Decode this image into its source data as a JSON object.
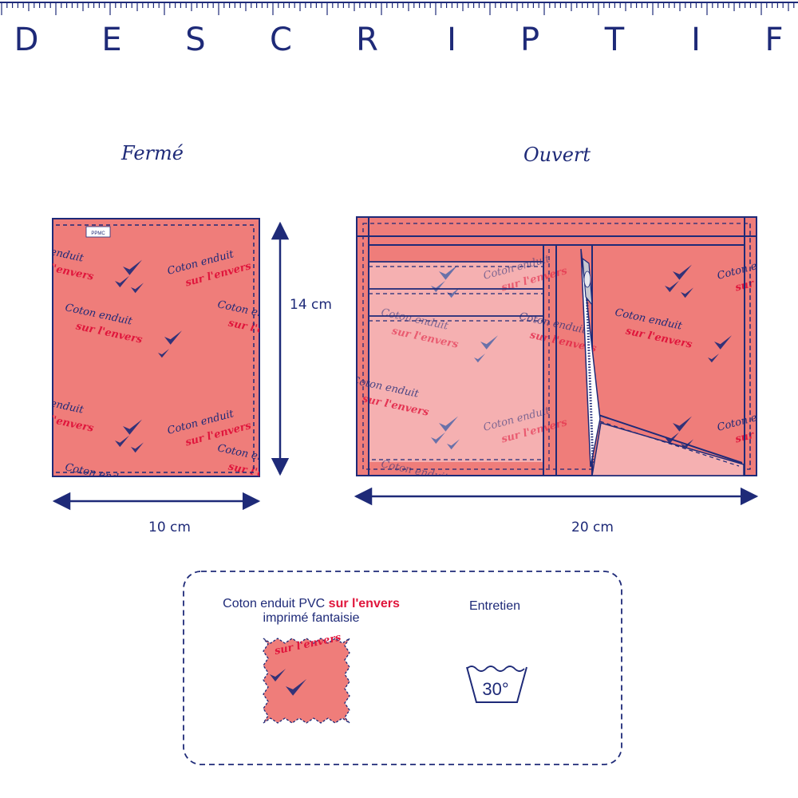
{
  "header": {
    "title_letters": [
      "D",
      "E",
      "S",
      "C",
      "R",
      "I",
      "P",
      "T",
      "I",
      "F"
    ]
  },
  "views": {
    "closed": {
      "label": "Fermé",
      "height": "14 cm",
      "width": "10 cm",
      "tag": "PPMC"
    },
    "open": {
      "label": "Ouvert",
      "width": "20 cm"
    }
  },
  "print": {
    "line1": "Coton enduit",
    "line2": "sur l'envers"
  },
  "legend": {
    "material_prefix": "Coton enduit  PVC ",
    "material_highlight": "sur l'envers",
    "material_line2": "imprimé fantaisie",
    "care_title": "Entretien",
    "wash_temp": "30°"
  },
  "colors": {
    "navy": "#1e2a78",
    "coral": "#ef7d7a",
    "pink": "#f5b0b1",
    "red": "#e0163c"
  }
}
